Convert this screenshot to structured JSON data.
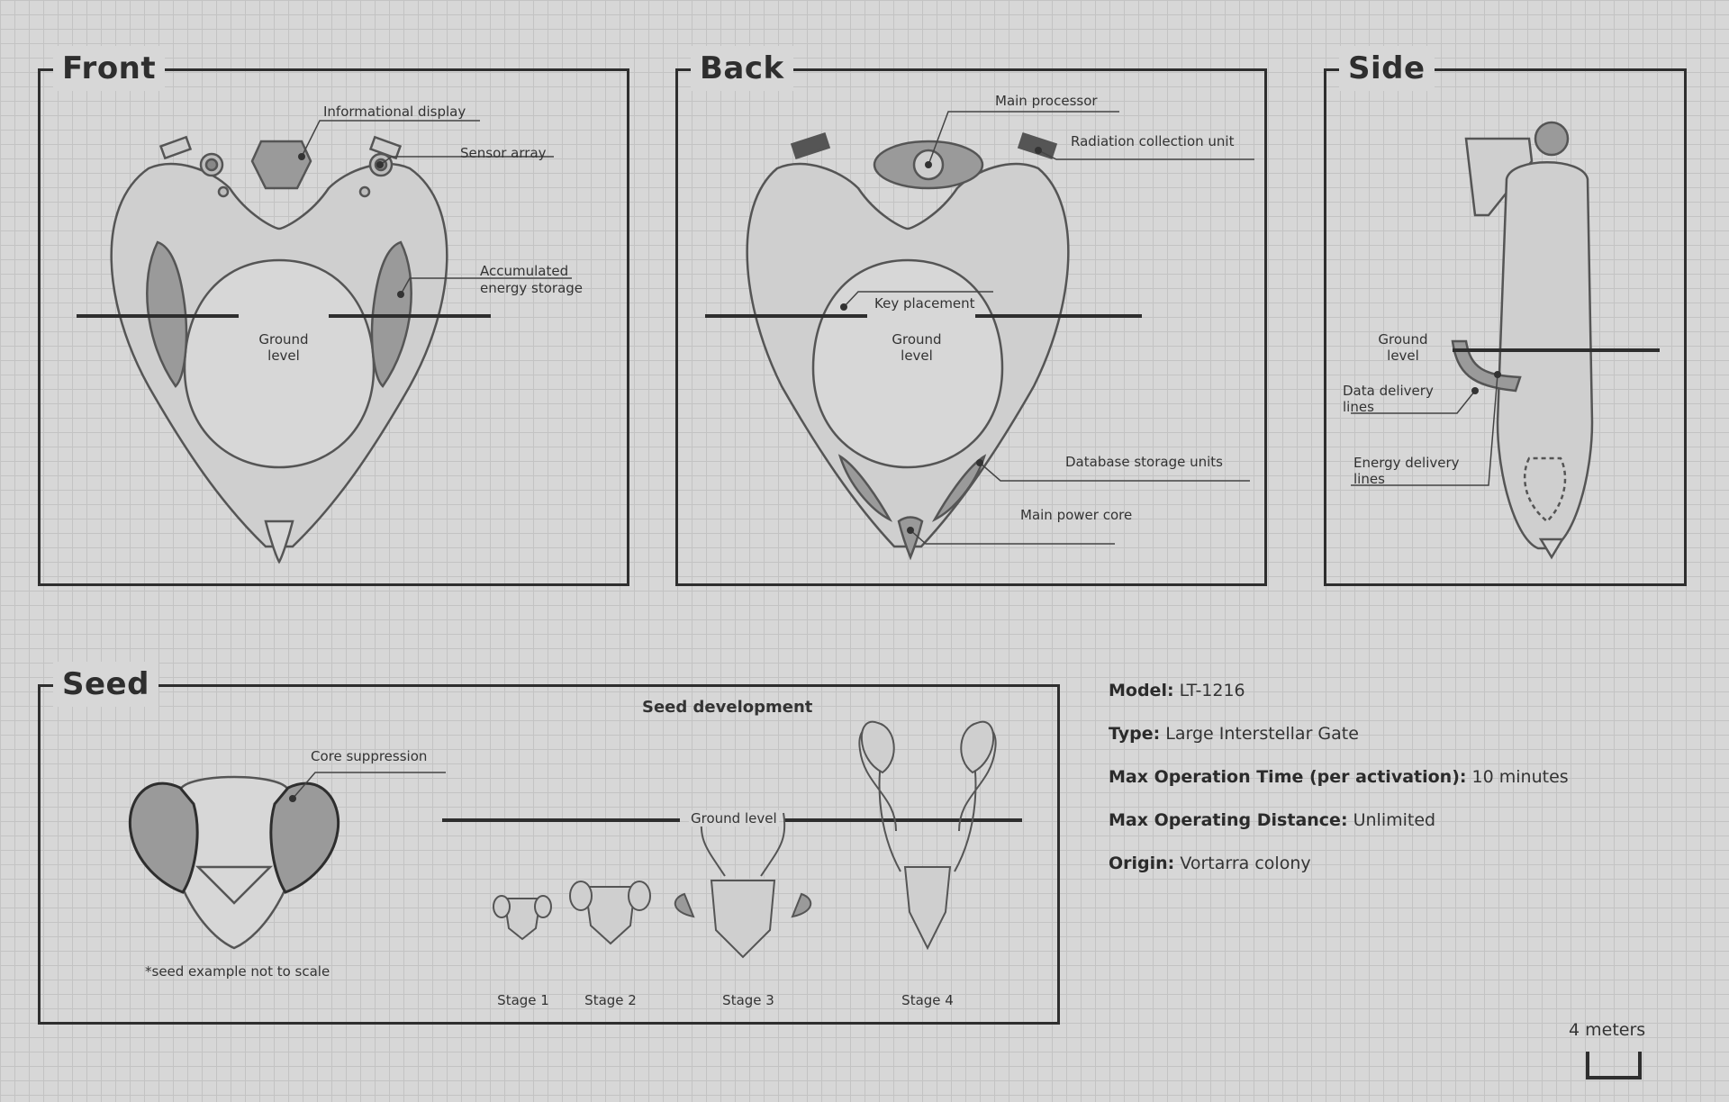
{
  "front": {
    "title": "Front",
    "labels": {
      "informational_display": "Informational display",
      "sensor_array": "Sensor array",
      "accumulated_energy_1": "Accumulated",
      "accumulated_energy_2": "energy storage",
      "ground_1": "Ground",
      "ground_2": "level"
    }
  },
  "back": {
    "title": "Back",
    "labels": {
      "main_processor": "Main processor",
      "radiation_collection": "Radiation collection unit",
      "key_placement": "Key placement",
      "ground_1": "Ground",
      "ground_2": "level",
      "database_storage": "Database storage units",
      "main_power_core": "Main power core"
    }
  },
  "side": {
    "title": "Side",
    "labels": {
      "ground_1": "Ground",
      "ground_2": "level",
      "data_delivery_1": "Data delivery",
      "data_delivery_2": "lines",
      "energy_delivery_1": "Energy delivery",
      "energy_delivery_2": "lines"
    }
  },
  "seed": {
    "title": "Seed",
    "core_suppression": "Core suppression",
    "note": "*seed example not to scale",
    "development_title": "Seed development",
    "ground_level": "Ground level",
    "stages": [
      "Stage 1",
      "Stage 2",
      "Stage 3",
      "Stage 4"
    ]
  },
  "specs": [
    {
      "key": "Model:",
      "value": "LT-1216"
    },
    {
      "key": "Type:",
      "value": "Large Interstellar Gate"
    },
    {
      "key": "Max Operation Time (per activation):",
      "value": "10 minutes"
    },
    {
      "key": "Max Operating Distance:",
      "value": "Unlimited"
    },
    {
      "key": "Origin:",
      "value": "Vortarra colony"
    }
  ],
  "scale_bar": "4 meters",
  "colors": {
    "background": "#d7d7d7",
    "grid": "#c3c3c3",
    "line": "#2e2e2e",
    "fill_dark": "#9a9a9a",
    "fill_light": "#cdcdcd"
  }
}
